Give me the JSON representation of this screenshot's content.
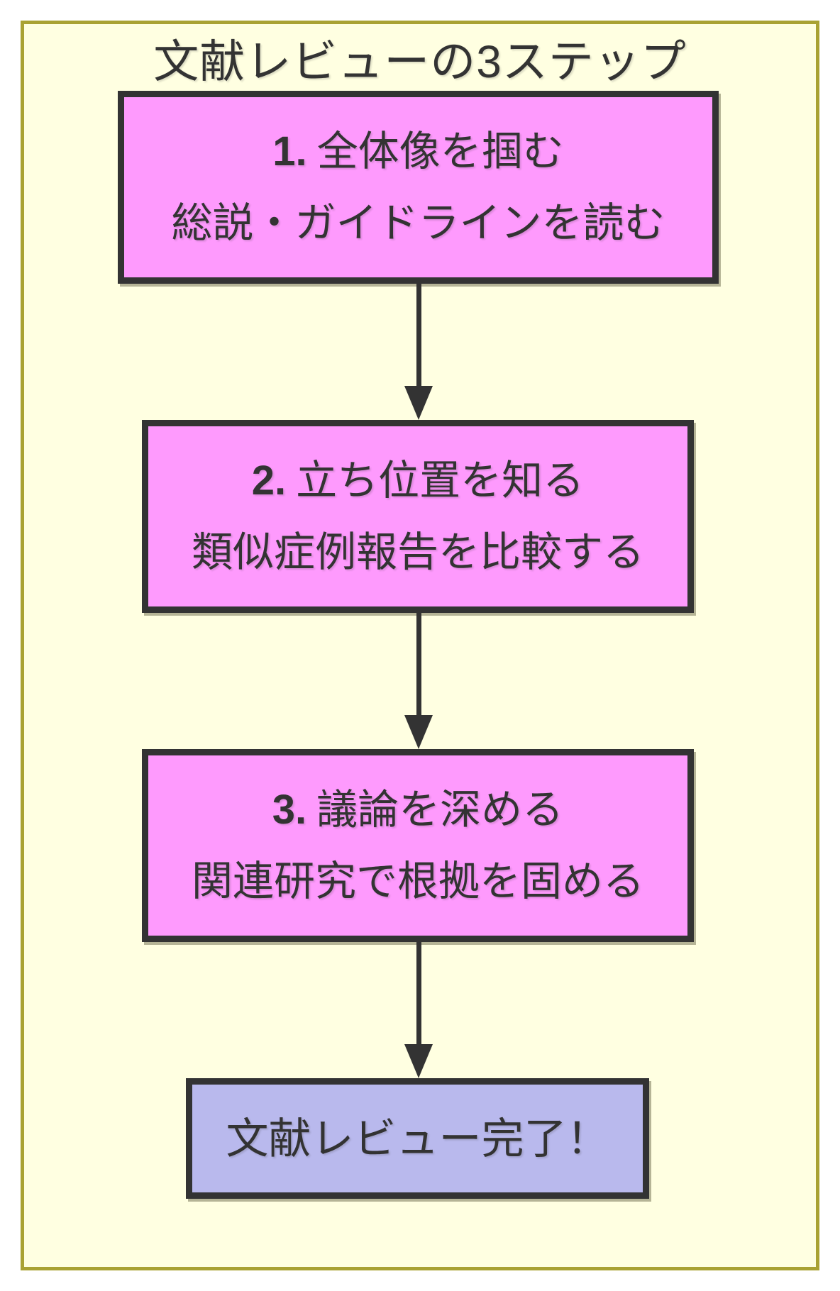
{
  "diagram": {
    "title": "文献レビューの3ステップ",
    "steps": [
      {
        "number": "1.",
        "heading": "全体像を掴む",
        "detail": "総説・ガイドラインを読む"
      },
      {
        "number": "2.",
        "heading": "立ち位置を知る",
        "detail": "類似症例報告を比較する"
      },
      {
        "number": "3.",
        "heading": "議論を深める",
        "detail": "関連研究で根拠を固める"
      }
    ],
    "result": "文献レビュー完了！",
    "colors": {
      "canvas_background": "#ffffe1",
      "frame_border": "#a9a233",
      "step_box_fill": "#fe9afd",
      "result_box_fill": "#b9b9ed",
      "line_and_text": "#333333"
    }
  }
}
